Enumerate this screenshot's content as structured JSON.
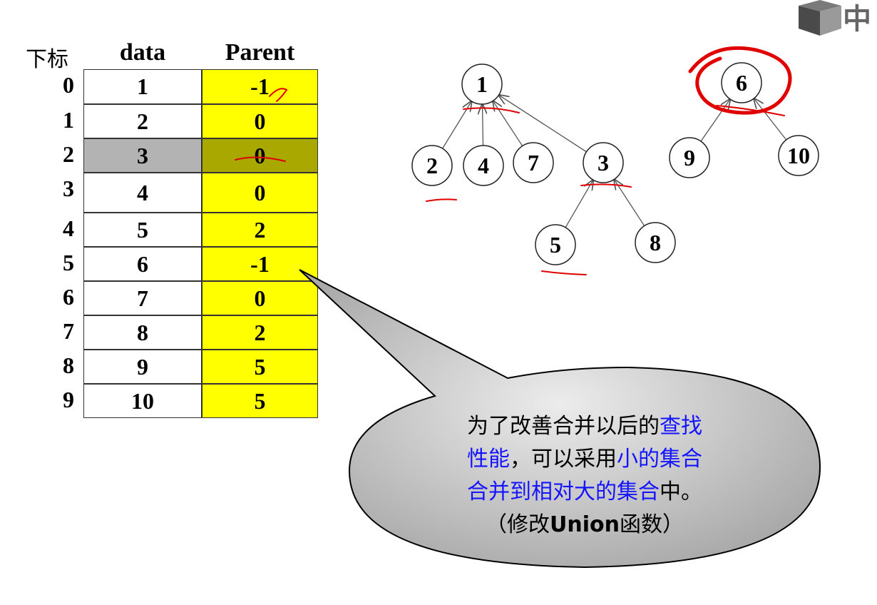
{
  "table": {
    "header_index": "下标",
    "header_data": "data",
    "header_parent": "Parent",
    "rows": [
      {
        "index": "0",
        "data": "1",
        "parent": "-1"
      },
      {
        "index": "1",
        "data": "2",
        "parent": "0"
      },
      {
        "index": "2",
        "data": "3",
        "parent": "0"
      },
      {
        "index": "3",
        "data": "4",
        "parent": "0"
      },
      {
        "index": "4",
        "data": "5",
        "parent": "2"
      },
      {
        "index": "5",
        "data": "6",
        "parent": "-1"
      },
      {
        "index": "6",
        "data": "7",
        "parent": "0"
      },
      {
        "index": "7",
        "data": "8",
        "parent": "2"
      },
      {
        "index": "8",
        "data": "9",
        "parent": "5"
      },
      {
        "index": "9",
        "data": "10",
        "parent": "5"
      }
    ],
    "highlighted_row": 2
  },
  "tree": {
    "nodes": [
      "1",
      "2",
      "4",
      "7",
      "3",
      "5",
      "8",
      "6",
      "9",
      "10"
    ]
  },
  "callout": {
    "line1_a": "为了改善合并以后的",
    "line1_b": "查找",
    "line2_a": "性能",
    "line2_b": "，可以采用",
    "line2_c": "小的集合",
    "line3_a": "合并到相对大的集合",
    "line3_b": "中。",
    "line4_a": "（修改",
    "line4_b": "Union",
    "line4_c": "函数）"
  },
  "logo_char": "中",
  "colors": {
    "table_parent_bg": "#ffff00",
    "highlight_gray": "#b3b3b3",
    "callout_bg": "#c4c4c4",
    "blue_text": "#1414ff",
    "annotation_red": "#e00000"
  }
}
